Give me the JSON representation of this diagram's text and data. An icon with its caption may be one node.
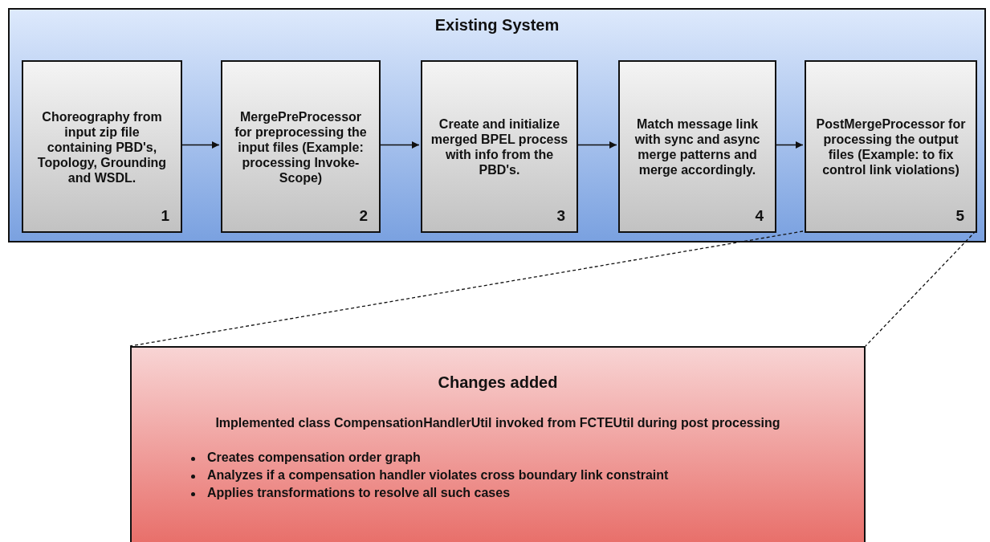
{
  "diagram": {
    "nodes": [
      {
        "text": [
          "Existing System"
        ]
      },
      {
        "text": [
          "Choreography from input zip file containing PBD's, Topology, Grounding and WSDL.",
          "1"
        ],
        "in": 0
      },
      {
        "text": [
          "MergePreProcessor for preprocessing the input files (Example: processing Invoke-Scope)",
          "2"
        ],
        "in": 0
      },
      {
        "text": [
          "Create and initialize merged BPEL process with info from the PBD's.",
          "3"
        ],
        "in": 0
      },
      {
        "text": [
          "Match message link with sync and async merge patterns and merge accordingly.",
          "4"
        ],
        "in": 0
      },
      {
        "text": [
          "PostMergeProcessor for processing the output files (Example: to fix control link violations)",
          "5"
        ],
        "in": 0
      },
      {
        "text": [
          "Changes added",
          "Implemented class CompensationHandlerUtil invoked from FCTEUtil during post processing",
          "Creates compensation order graph",
          "Analyzes if a compensation handler violates cross boundary link constraint",
          "Applies transformations to resolve all such cases"
        ]
      }
    ],
    "edges": [
      {
        "from": 1,
        "to": 2,
        "arrow": "to"
      },
      {
        "from": 2,
        "to": 3,
        "arrow": "to"
      },
      {
        "from": 3,
        "to": 4,
        "arrow": "to"
      },
      {
        "from": 4,
        "to": 5,
        "arrow": "to"
      },
      {
        "from": 5,
        "to": 6,
        "arrow": "none",
        "style": "dashed"
      },
      {
        "from": 5,
        "to": 6,
        "arrow": "none",
        "style": "dashed"
      }
    ]
  }
}
